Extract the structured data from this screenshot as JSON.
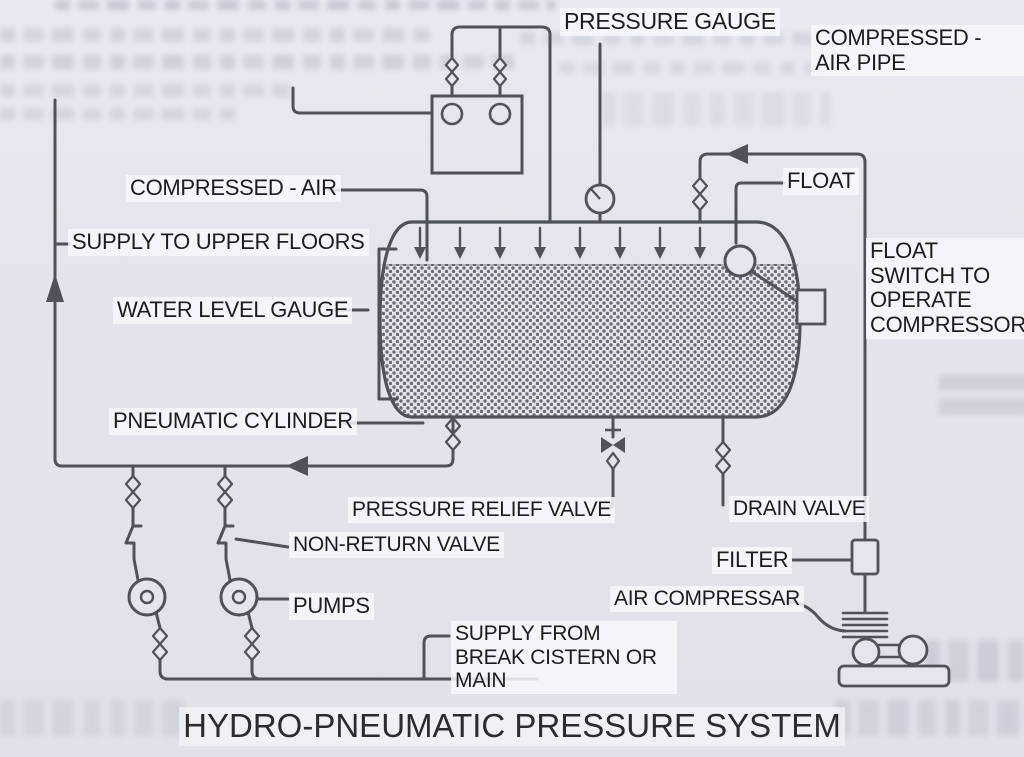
{
  "page": {
    "title": "HYDRO-PNEUMATIC PRESSURE SYSTEM",
    "labels": {
      "pressure_gauge": "PRESSURE GAUGE",
      "compressed_air_pipe": "COMPRESSED - AIR PIPE",
      "compressed_air": "COMPRESSED - AIR",
      "float": "FLOAT",
      "supply_to_upper_floors": "SUPPLY TO UPPER FLOORS",
      "float_switch": "FLOAT SWITCH TO OPERATE COMPRESSOR",
      "water_level_gauge": "WATER LEVEL GAUGE",
      "pneumatic_cylinder": "PNEUMATIC CYLINDER",
      "pressure_relief_valve": "PRESSURE RELIEF VALVE",
      "drain_valve": "DRAIN VALVE",
      "non_return_valve": "NON-RETURN VALVE",
      "filter": "FILTER",
      "pumps": "PUMPS",
      "air_compressor": "AIR COMPRESSAR",
      "supply_from_break_cistern": "SUPPLY FROM BREAK CISTERN OR MAIN"
    },
    "colors": {
      "paper": "#e3e6ec",
      "line": "#4d5358",
      "label_text": "#1d1d20",
      "label_bg": "#f3f5f8"
    }
  }
}
